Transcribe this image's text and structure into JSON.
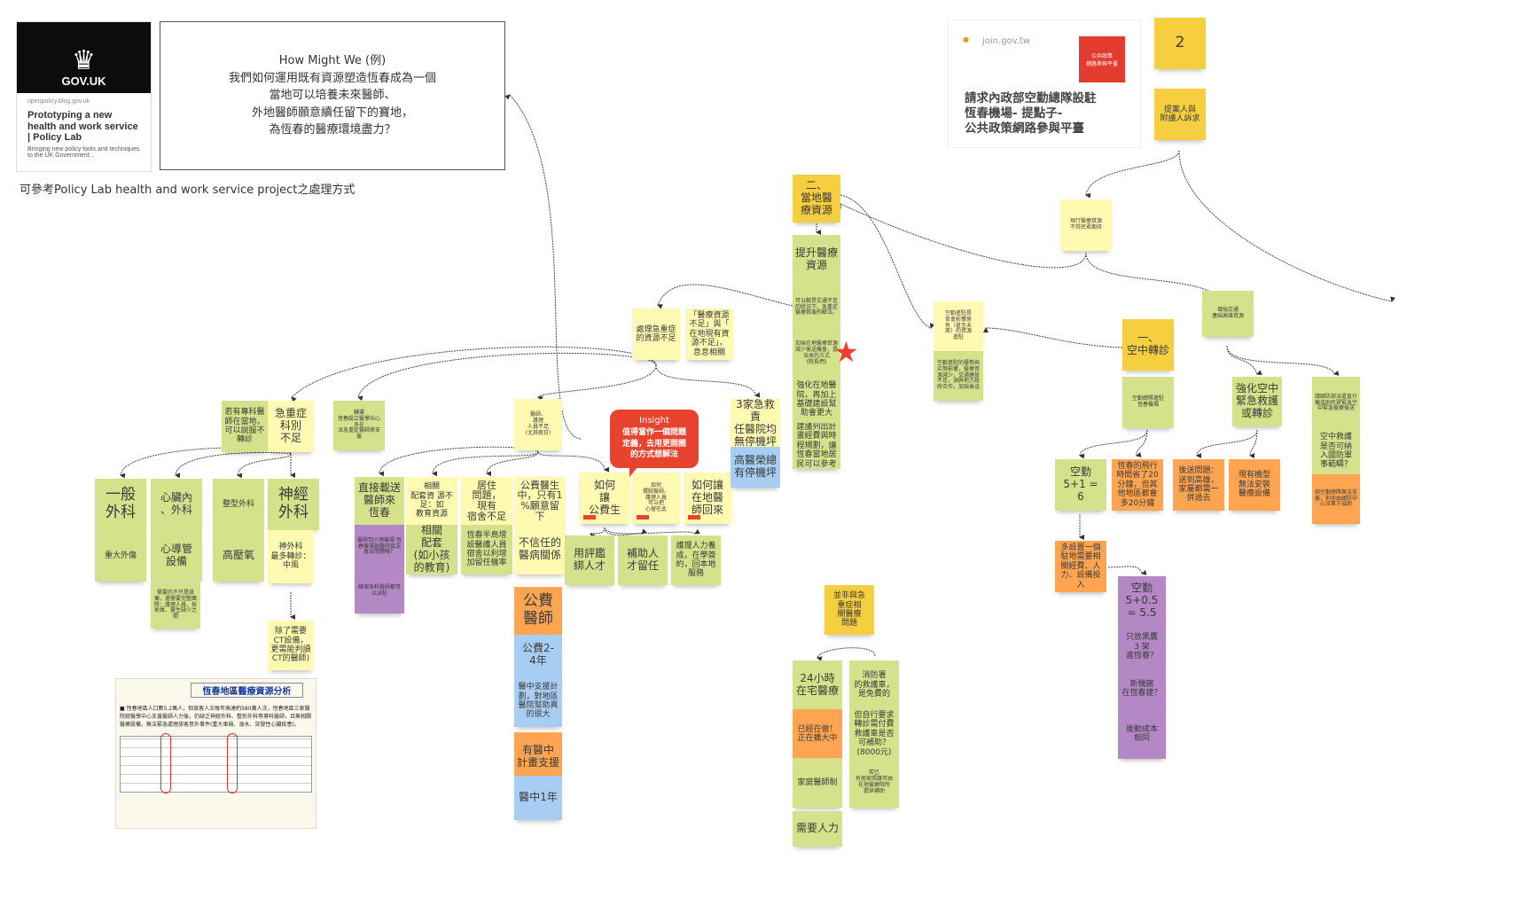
{
  "govuk_card": {
    "logo_text": "GOV.UK",
    "domain": "openpolicy.blog.gov.uk",
    "title": "Prototyping a new health and work service | Policy Lab",
    "desc": "Bringing new policy tools and techniques to the UK Government..."
  },
  "hmw_box": {
    "text": "How Might We (例)\n我們如何運用既有資源塑造恆春成為一個\n當地可以培養未來醫師、\n外地醫師願意續任留下的寶地，\n為恆春的醫療環境盡力？"
  },
  "caption": "可參考Policy Lab health and work service project之處理方式",
  "join_card": {
    "domain": "join.gov.tw",
    "badge": "公共政策\n網路參與平臺",
    "title": "請求內政部空勤總隊設駐\n恆春機場- 提點子-\n公共政策網路參與平臺"
  },
  "table_image": {
    "title": "恆春地區醫療資源分析",
    "text": "■ 恆春地區人口數5.2萬人，但旅客人次每年高達約580萬人次，恆春地區三家醫院經醫學中心支援醫師人力後，仍缺乏神經外科、整形外科等專科醫師，且無相關醫療設備，無法緊急處理旅客意外事件(重大車禍、溺水、突發性心臟疾患)。"
  },
  "colors": {
    "yellow": "#fff9b1",
    "green": "#d5e28b",
    "orange": "#ffa552",
    "blue": "#a8cdf2",
    "purple": "#b488c4",
    "gold": "#f5cf3f",
    "red": "#e8432e"
  },
  "notes": [
    {
      "text": "急重症\n科別\n不足",
      "color": "#fff9b1"
    },
    {
      "text": "若有專科醫師在當地，可以說服不轉診",
      "color": "#d5e28b"
    },
    {
      "text": "轉運\n恆春設立醫學中心\n多在\n派急重症醫師來支援",
      "color": "#d5e28b"
    },
    {
      "text": "一般\n外科",
      "color": "#d5e28b"
    },
    {
      "text": "心臟內\n、外科",
      "color": "#d5e28b"
    },
    {
      "text": "整型外科",
      "color": "#d5e28b"
    },
    {
      "text": "神經\n外科",
      "color": "#d5e28b"
    },
    {
      "text": "重大外傷",
      "color": "#d5e28b"
    },
    {
      "text": "心導管\n設備",
      "color": "#d5e28b"
    },
    {
      "text": "高壓氧",
      "color": "#d5e28b"
    },
    {
      "text": "神外科\n最多轉診：\n中風",
      "color": "#fff9b1"
    },
    {
      "text": "需要的不只是設備，還需要完整團隊：護理人員、技術員、醫生缺少之間",
      "color": "#d5e28b"
    },
    {
      "text": "除了需要CT設備，更需能判讀CT的醫師)",
      "color": "#fff9b1"
    },
    {
      "text": "直接載送\n醫師來\n恆春",
      "color": "#d5e28b"
    },
    {
      "text": "醫師到小港機場·恆春機場與醫院接送會出問題嗎？",
      "color": "#b488c4"
    },
    {
      "text": "確保各科醫師都可以派駐",
      "color": "#b488c4"
    },
    {
      "text": "相關\n配套資 源不\n足：如\n教育資源",
      "color": "#fff9b1"
    },
    {
      "text": "相關\n配套\n(如小孩\n的教育)",
      "color": "#d5e28b"
    },
    {
      "text": "居住\n問題，\n現有\n宿舍不足",
      "color": "#fff9b1"
    },
    {
      "text": "恆春半島增設醫護人員宿舍以利增加留任機率",
      "color": "#d5e28b"
    },
    {
      "text": "公費醫生\n中，只有1\n%願意留\n下",
      "color": "#fff9b1"
    },
    {
      "text": "不信任的\n醫病關係",
      "color": "#fff9b1"
    },
    {
      "text": "公費\n醫師",
      "color": "#ffa552"
    },
    {
      "text": "公費2-\n4年",
      "color": "#a8cdf2"
    },
    {
      "text": "醫中支援計劃，對地區醫院幫助真的很大",
      "color": "#a8cdf2"
    },
    {
      "text": "有醫中\n計畫支援",
      "color": "#ffa552"
    },
    {
      "text": "醫中1年",
      "color": "#a8cdf2"
    },
    {
      "text": "醫師、\n護理\n人員不足\n(尤其假日)",
      "color": "#fff9b1"
    },
    {
      "text": "處理急重症\n的資源不足",
      "color": "#fff9b1"
    },
    {
      "text": "「醫療資源\n不足」與「\n在地現有資\n源不足」，\n息息相關",
      "color": "#fff9b1"
    },
    {
      "text": "如何\n讓\n公費生",
      "color": "#fff9b1"
    },
    {
      "text": "如何\n擺脫醫師、\n護理人員\n可以把\n心留在此",
      "color": "#fff9b1"
    },
    {
      "text": "如何讓\n在地醫\n師回來",
      "color": "#fff9b1"
    },
    {
      "text": "用評鑑\n綁人才",
      "color": "#d5e28b"
    },
    {
      "text": "補助人\n才留任",
      "color": "#d5e28b"
    },
    {
      "text": "護理人力養成，在學簽約，回本地服務",
      "color": "#d5e28b"
    },
    {
      "text": "3家急救責\n任醫院均\n無停機坪",
      "color": "#fff9b1"
    },
    {
      "text": "高醫榮總\n有停機坪",
      "color": "#a8cdf2"
    },
    {
      "text": "二、\n當地醫\n療資源",
      "color": "#f5cf3f"
    },
    {
      "text": "提升醫療\n資源",
      "color": "#d5e28b"
    },
    {
      "text": "可以解是交通不足的狀況下，急重症醫療救援的解法。",
      "color": "#d5e28b"
    },
    {
      "text": "加強在地醫療資源減少後送機會，是治本的方式\n(院長們)",
      "color": "#d5e28b"
    },
    {
      "text": "強化在地醫院，再加上基礎建設幫助會更大",
      "color": "#d5e28b"
    },
    {
      "text": "建議列出計畫經費與時程規劃，讓恆春當地居民可以參考",
      "color": "#d5e28b"
    },
    {
      "text": "並非與急\n重症相\n關醫療\n問題",
      "color": "#f5cf3f"
    },
    {
      "text": "24小時\n在宅醫療",
      "color": "#d5e28b"
    },
    {
      "text": "已經在做！\n正在擴大中",
      "color": "#ffa552"
    },
    {
      "text": "家庭醫師制",
      "color": "#d5e28b"
    },
    {
      "text": "需要人力",
      "color": "#d5e28b"
    },
    {
      "text": "消防署\n的救護車，\n是免費的",
      "color": "#d5e28b"
    },
    {
      "text": "但自行要求\n轉診需付費\n救護車是否\n可補助？\n(8000元)",
      "color": "#d5e28b"
    },
    {
      "text": "若已\n有居家照護可由\n在地醫療院所\n提供補助",
      "color": "#d5e28b"
    },
    {
      "text": "空勤進駐是\n否會影響原\n有（甚至未\n來）的資源\n進駐",
      "color": "#fff9b1"
    },
    {
      "text": "空勤進駐的優勢與劣勢影響，醫療資源減少，交通建設不足，須與地方政府合作，加強後送",
      "color": "#d5e28b"
    },
    {
      "text": "現行醫療資源\n不符民眾期待",
      "color": "#fff9b1"
    },
    {
      "text": "提案人與\n附議人訴求",
      "color": "#f5cf3f"
    },
    {
      "text": "2",
      "color": "#f5cf3f"
    },
    {
      "text": "增強交通\n連結高雄資源",
      "color": "#d5e28b"
    },
    {
      "text": "一、\n空中轉診",
      "color": "#f5cf3f"
    },
    {
      "text": "空勤總隊進駐\n恆春機場",
      "color": "#d5e28b"
    },
    {
      "text": "強化空中\n緊急救護\n或轉診",
      "color": "#d5e28b"
    },
    {
      "text": "請國防部派遣直升機協助民眾緊急空中緊急醫療後送",
      "color": "#d5e28b"
    },
    {
      "text": "空中救護\n是否可納\n入國防軍\n事範疇？",
      "color": "#d5e28b"
    },
    {
      "text": "如空勤總隊無法支援，則命由國防中心派軍方協助",
      "color": "#ffa552"
    },
    {
      "text": "空勤\n5+1 =\n6",
      "color": "#d5e28b"
    },
    {
      "text": "恆春的飛行\n時間省了20\n分鐘，但其\n他地區都會\n多20分鐘",
      "color": "#ffa552"
    },
    {
      "text": "後送問題：\n送到高雄，\n家屬都需一\n併過去",
      "color": "#ffa552"
    },
    {
      "text": "現有機型\n無法安裝\n醫療設備",
      "color": "#ffa552"
    },
    {
      "text": "多設置一個\n駐地需要相\n關經費、人\n力、設備投\n入",
      "color": "#ffa552"
    },
    {
      "text": "空勤\n5+0.5\n= 5.5",
      "color": "#b488c4"
    },
    {
      "text": "只放黑鷹\n3 架\n進恆春？",
      "color": "#b488c4"
    },
    {
      "text": "新機廠\n在恆春建？",
      "color": "#b488c4"
    },
    {
      "text": "後勤成本\n相同",
      "color": "#b488c4"
    }
  ],
  "insight": {
    "title": "Insight",
    "text": "值得當作一個問題\n定義，去用更開闊\n的方式想解法"
  }
}
